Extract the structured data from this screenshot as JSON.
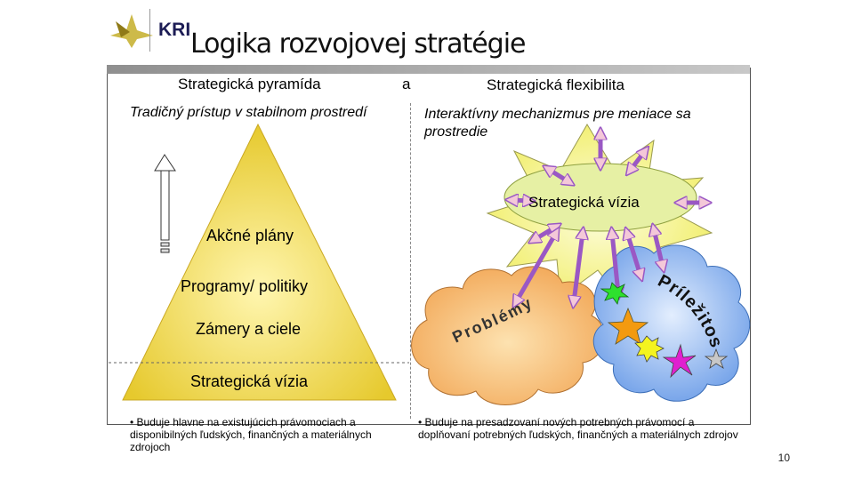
{
  "header": {
    "logo_text": "KRI",
    "title": "Logika rozvojovej stratégie"
  },
  "left": {
    "heading": "Strategická pyramída",
    "subtitle": "Tradičný prístup v stabilnom prostredí",
    "levels": [
      "Akčné plány",
      "Programy/ politiky",
      "Zámery a ciele",
      "Strategická vízia"
    ],
    "note": "• Buduje hlavne na existujúcich právomociach a disponibilných ľudských, finančných a materiálnych zdrojoch"
  },
  "connector": "a",
  "right": {
    "heading": "Strategická flexibilita",
    "subtitle": "Interaktívny mechanizmus pre meniace sa prostredie",
    "vision_label": "Strategická vízia",
    "problems_label": "Problémy",
    "opportunities_label": "Príležitosti",
    "note": "• Buduje na presadzovaní nových potrebných právomocí a doplňovaní potrebných ľudských, finančných a materiálnych zdrojov"
  },
  "page_number": "10",
  "colors": {
    "pyramid": "#f2dc55",
    "star": "#f6f58a",
    "vision_ellipse": "#e8f0a8",
    "problems_cloud": "#f9c27e",
    "opportunities_cloud": "#8fb8f4",
    "arrows": "#9a58c4",
    "arrows_fill": "#f4c8d8"
  }
}
